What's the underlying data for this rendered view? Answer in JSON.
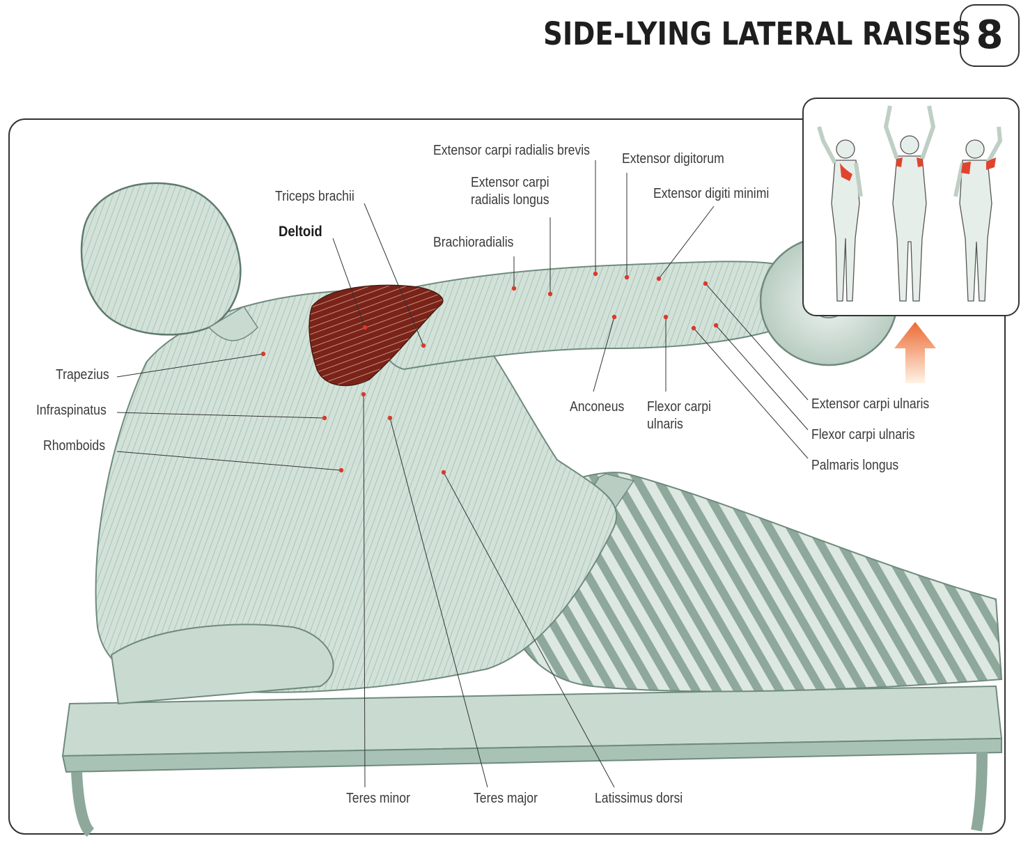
{
  "header": {
    "title": "SIDE-LYING LATERAL RAISES",
    "page_number": "8"
  },
  "labels": {
    "extensor_carpi_radialis_brevis": "Extensor carpi radialis brevis",
    "extensor_digitorum": "Extensor digitorum",
    "extensor_carpi_radialis_longus_1": "Extensor carpi",
    "extensor_carpi_radialis_longus_2": "radialis longus",
    "extensor_digiti_minimi": "Extensor digiti minimi",
    "triceps_brachii": "Triceps brachii",
    "deltoid": "Deltoid",
    "brachioradialis": "Brachioradialis",
    "trapezius": "Trapezius",
    "infraspinatus": "Infraspinatus",
    "rhomboids": "Rhomboids",
    "anconeus": "Anconeus",
    "flexor_carpi_ulnaris_1": "Flexor carpi",
    "flexor_carpi_ulnaris_2": "ulnaris",
    "extensor_carpi_ulnaris": "Extensor carpi ulnaris",
    "flexor_carpi_ulnaris_right": "Flexor carpi ulnaris",
    "palmaris_longus": "Palmaris longus",
    "teres_minor": "Teres minor",
    "teres_major": "Teres major",
    "latissimus_dorsi": "Latissimus dorsi"
  },
  "colors": {
    "highlight_muscle": "#8b2a1e",
    "figure_fill": "#d6e4dc",
    "figure_stroke": "#6f8a7d",
    "leader_dot": "#d93a2b",
    "arrow": "#f08a4b"
  }
}
